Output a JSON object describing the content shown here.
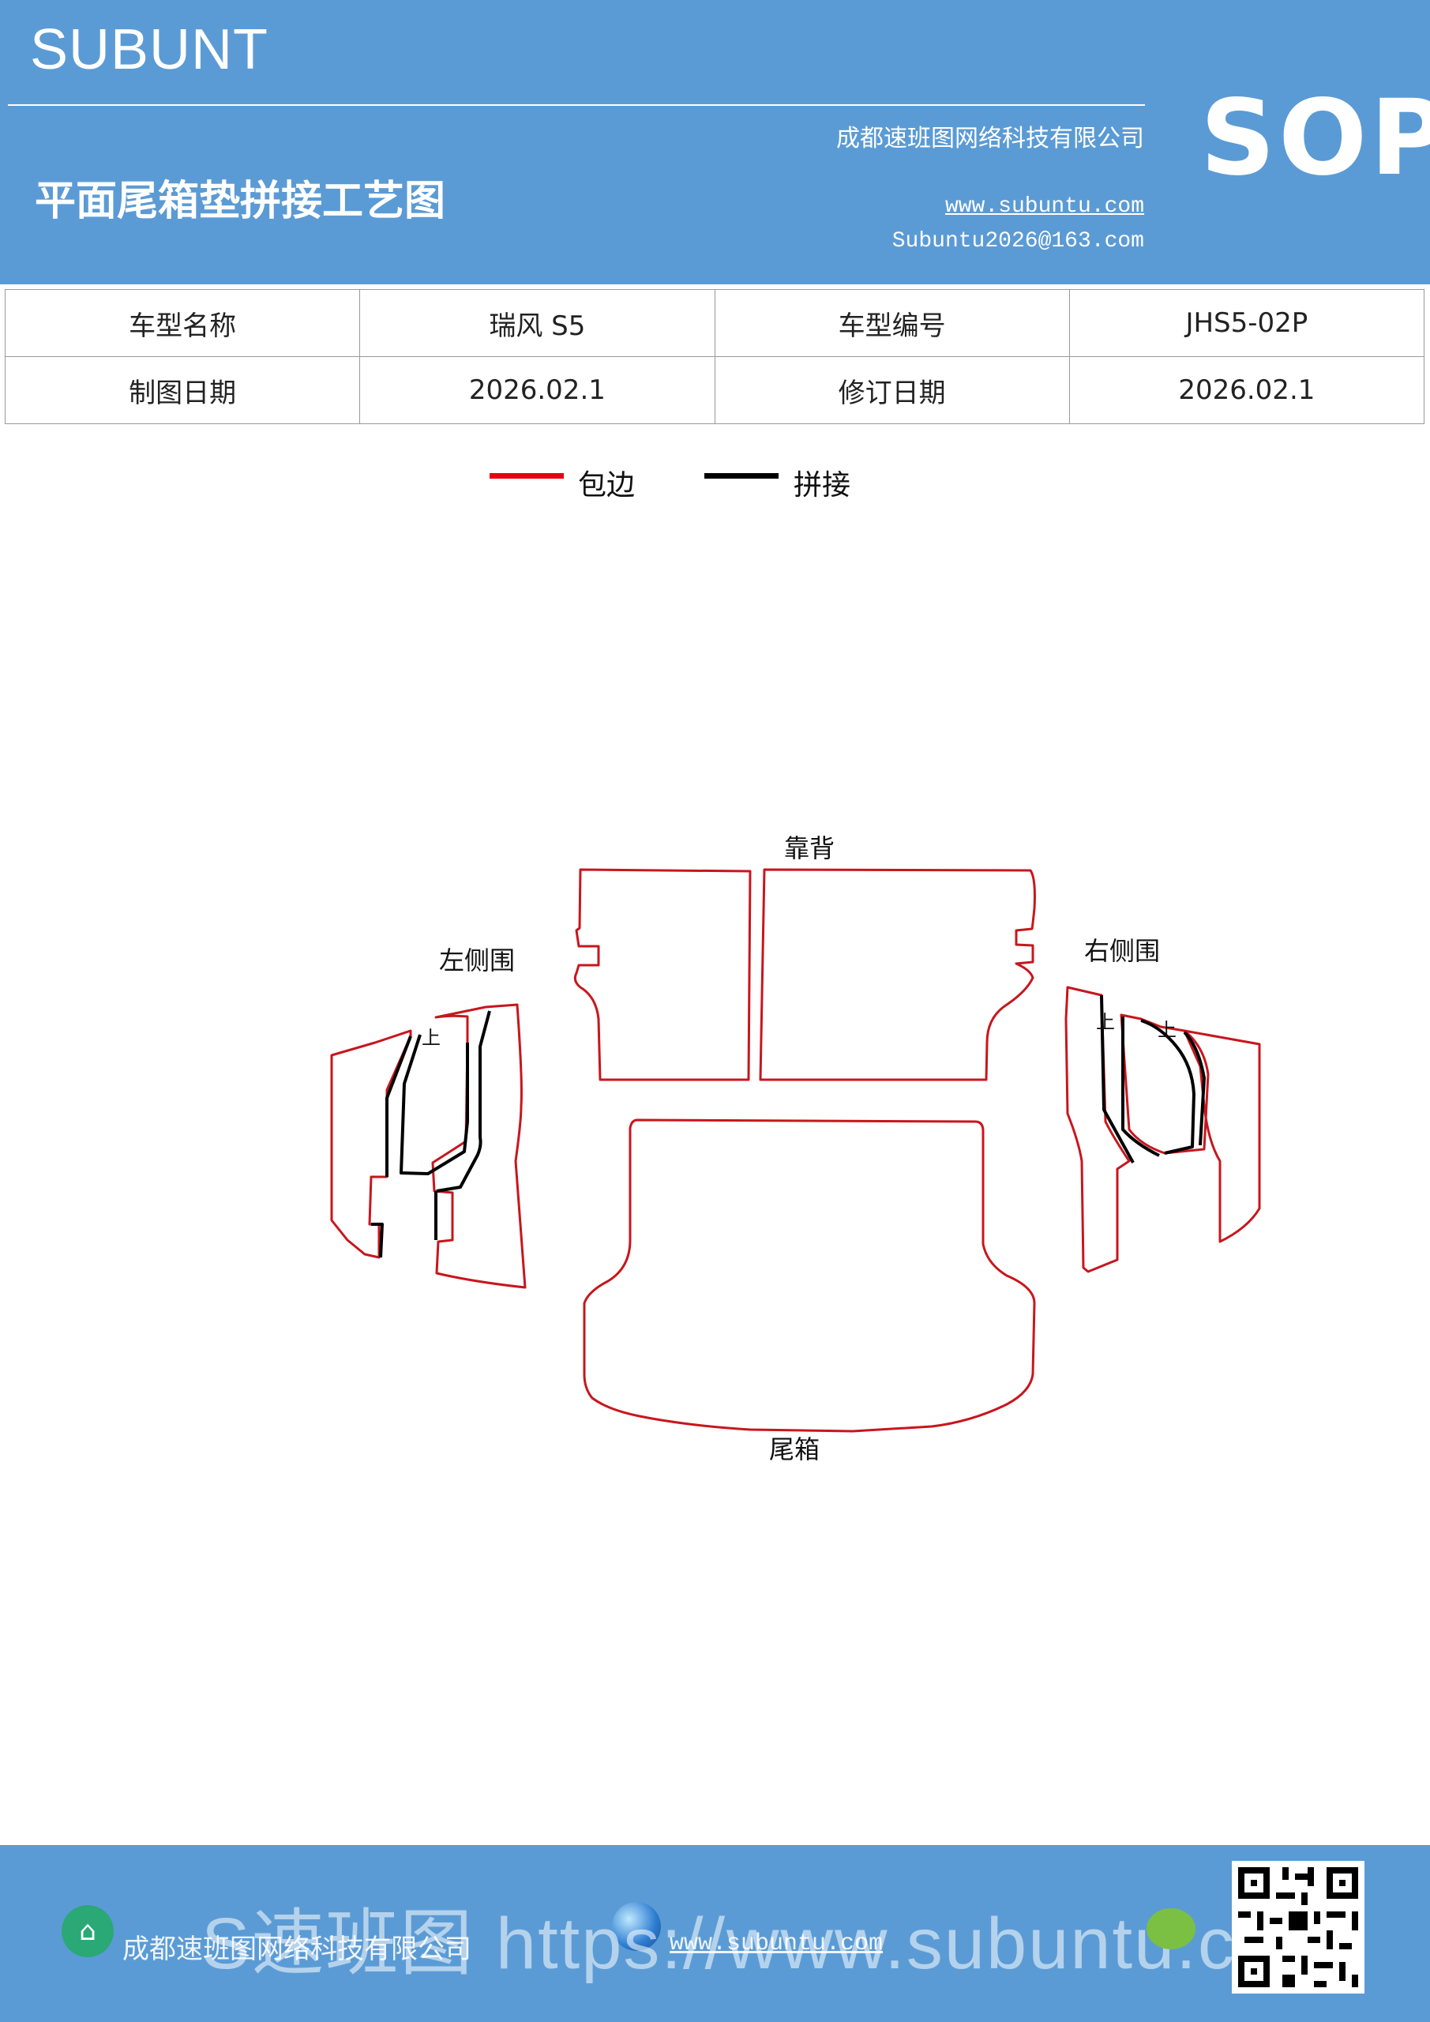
{
  "header": {
    "brand": "SUBUNT",
    "title": "平面尾箱垫拼接工艺图",
    "company": "成都速班图网络科技有限公司",
    "website": "www.subuntu.com",
    "email": "Subuntu2026@163.com",
    "badge": "SOP"
  },
  "info": {
    "model_name_label": "车型名称",
    "model_name_value": "瑞风 S5",
    "model_code_label": "车型编号",
    "model_code_value": "JHS5-02P",
    "draw_date_label": "制图日期",
    "draw_date_value": "2026.02.1",
    "revise_date_label": "修订日期",
    "revise_date_value": "2026.02.1"
  },
  "legend": {
    "edge_label": "包边",
    "edge_color": "#e60012",
    "splice_label": "拼接",
    "splice_color": "#000000"
  },
  "diagram": {
    "backrest_label": "靠背",
    "left_side_label": "左侧围",
    "right_side_label": "右侧围",
    "trunk_label": "尾箱",
    "up_mark": "上",
    "outline_color": "#c8161d"
  },
  "footer": {
    "company": "成都速班图网络科技有限公司",
    "website": "www.subuntu.com",
    "watermark": "S速班图 https://www.subuntu.com"
  }
}
